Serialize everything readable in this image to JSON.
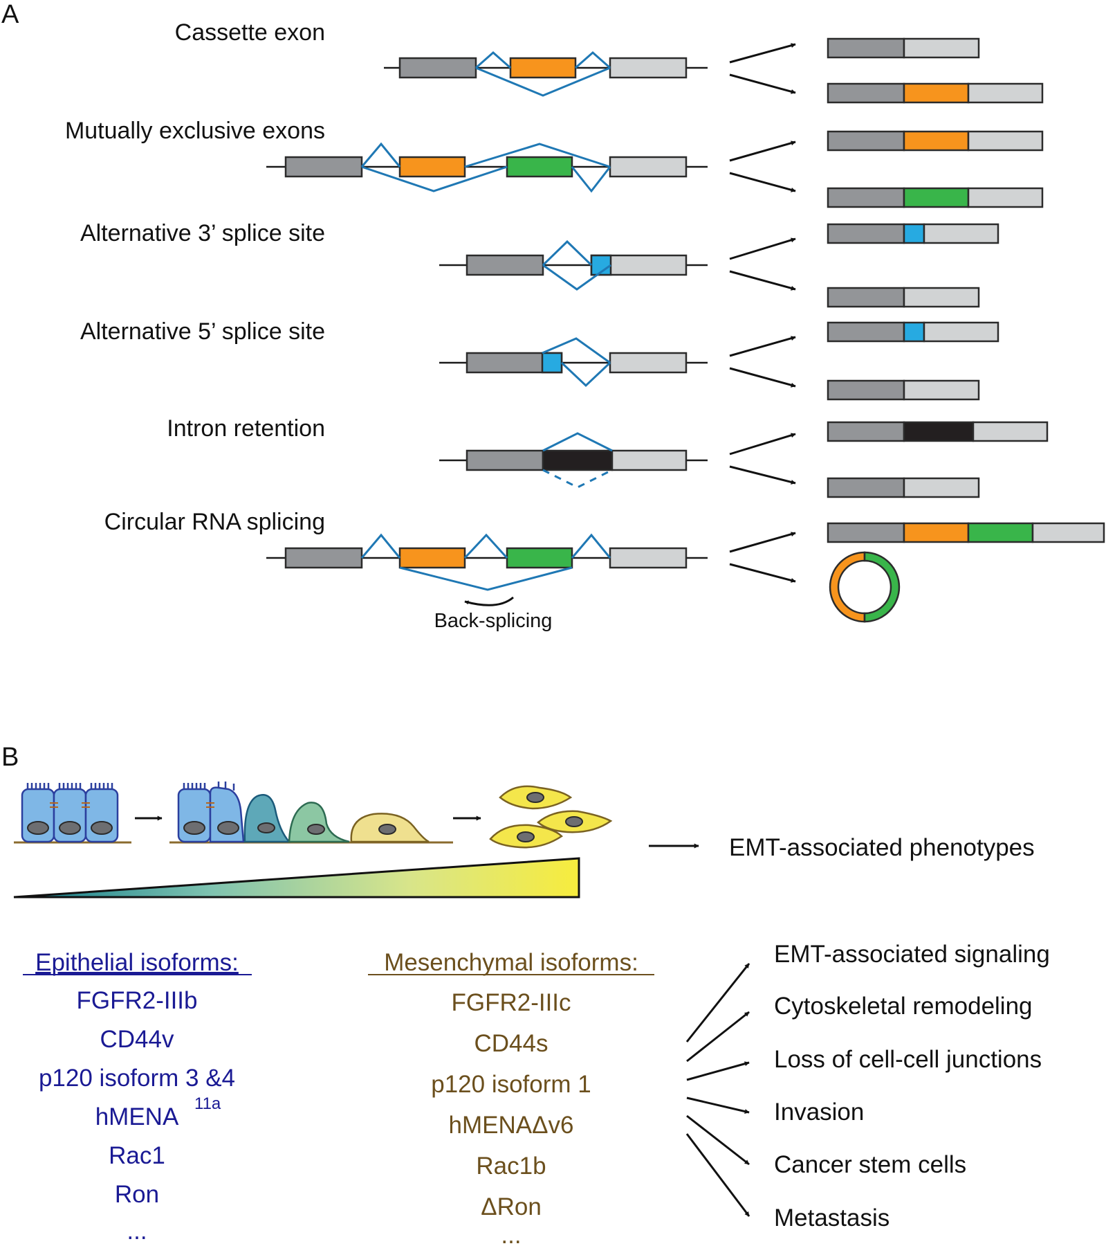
{
  "panels": {
    "a": "A",
    "b": "B"
  },
  "panel_a": {
    "events": [
      "Cassette exon",
      "Mutually exclusive exons",
      "Alternative 3’ splice site",
      "Alternative 5’ splice site",
      "Intron retention",
      "Circular RNA splicing"
    ],
    "back_splicing_label": "Back-splicing"
  },
  "panel_b": {
    "phenotypes_label": "EMT-associated phenotypes",
    "epithelial": {
      "header": "Epithelial isoforms:",
      "items": [
        "FGFR2-IIIb",
        "CD44v",
        "p120 isoform 3 &4",
        "hMENA",
        "Rac1",
        "Ron",
        "..."
      ],
      "superscript": "11a"
    },
    "mesenchymal": {
      "header": "Mesenchymal isoforms:",
      "items": [
        "FGFR2-IIIc",
        "CD44s",
        "p120 isoform 1",
        "hMENAΔv6",
        "Rac1b",
        "ΔRon",
        "..."
      ]
    },
    "outcomes": [
      "EMT-associated signaling",
      "Cytoskeletal remodeling",
      "Loss of cell-cell junctions",
      "Invasion",
      "Cancer stem cells",
      "Metastasis"
    ]
  },
  "colors": {
    "exon_dark": "#939598",
    "exon_light": "#d1d3d4",
    "orange": "#f7941d",
    "green": "#39b54a",
    "blue": "#27aae1",
    "black": "#231f20",
    "splice_line": "#1f78b4",
    "epithelial_text": "#1a1a94",
    "mesenchymal_text": "#6b4f1d"
  }
}
